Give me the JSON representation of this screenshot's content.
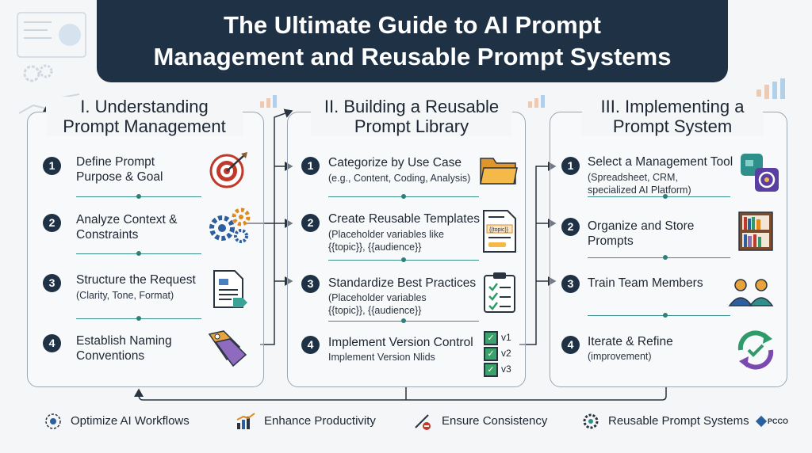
{
  "title": {
    "line1": "The Ultimate Guide to AI Prompt",
    "line2": "Management and Reusable Prompt Systems"
  },
  "columns": [
    {
      "title_line1": "I. Understanding",
      "title_line2": "Prompt Management",
      "steps": [
        {
          "num": "1",
          "title": "Define Prompt Purpose & Goal",
          "subtitle": "",
          "icon": "target-icon"
        },
        {
          "num": "2",
          "title": "Analyze Context & Constraints",
          "subtitle": "",
          "icon": "gears-icon"
        },
        {
          "num": "3",
          "title": "Structure the Request",
          "subtitle": "(Clarity, Tone, Format)",
          "icon": "document-icon"
        },
        {
          "num": "4",
          "title": "Establish Naming Conventions",
          "subtitle": "",
          "icon": "tags-icon"
        }
      ]
    },
    {
      "title_line1": "II. Building a Reusable",
      "title_line2": "Prompt Library",
      "steps": [
        {
          "num": "1",
          "title": "Categorize by Use Case",
          "subtitle": "(e.g., Content, Coding, Analysis)",
          "icon": "folder-icon"
        },
        {
          "num": "2",
          "title": "Create Reusable Templates",
          "subtitle": "(Placeholder variables like {{topic}}, {{audience}}",
          "icon": "template-icon"
        },
        {
          "num": "3",
          "title": "Standardize Best Practices",
          "subtitle": "(Placeholder variables {{topic}}, {{audience}}",
          "icon": "checklist-icon"
        },
        {
          "num": "4",
          "title": "Implement Version Control",
          "subtitle": "Implement Version Nlids",
          "icon": "versions-icon"
        }
      ]
    },
    {
      "title_line1": "III. Implementing a",
      "title_line2": "Prompt System",
      "steps": [
        {
          "num": "1",
          "title": "Select a Management Tool",
          "subtitle": "(Spreadsheet, CRM, specialized AI Platform)",
          "icon": "apps-icon"
        },
        {
          "num": "2",
          "title": "Organize and Store Prompts",
          "subtitle": "",
          "icon": "bookshelf-icon"
        },
        {
          "num": "3",
          "title": "Train Team Members",
          "subtitle": "",
          "icon": "team-icon"
        },
        {
          "num": "4",
          "title": "Iterate & Refine",
          "subtitle": "(improvement)",
          "icon": "refresh-icon"
        }
      ]
    }
  ],
  "template_icon_text": "{{topic}}",
  "versions": [
    "v1",
    "v2",
    "v3"
  ],
  "benefits": [
    {
      "label": "Optimize AI Workflows",
      "icon": "workflow-icon"
    },
    {
      "label": "Enhance Productivity",
      "icon": "productivity-chart-icon"
    },
    {
      "label": "Ensure Consistency",
      "icon": "consistency-icon"
    },
    {
      "label": "Reusable Prompt Systems",
      "icon": "reusable-gear-icon"
    }
  ],
  "logo_text": "PCCO",
  "colors": {
    "banner": "#1f3144",
    "accent": "#2f7f7a",
    "badge": "#1f3144"
  }
}
